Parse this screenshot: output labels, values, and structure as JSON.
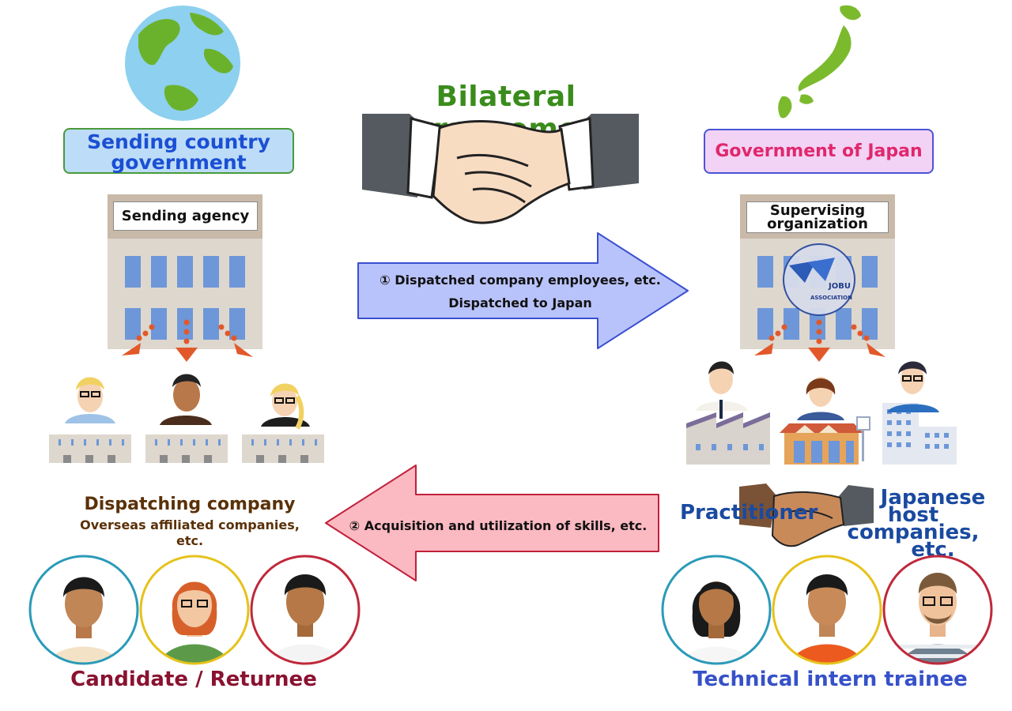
{
  "title": "Bilateral arrangement",
  "sending_country": {
    "line1": "Sending country",
    "line2": "government"
  },
  "government_japan": "Government of Japan",
  "sending_agency": "Sending agency",
  "supervising_org": {
    "line1": "Supervising",
    "line2": "organization"
  },
  "logo": {
    "name": "JOBU",
    "sub": "ASSOCIATION"
  },
  "arrow_right": {
    "line1": "① Dispatched company employees, etc.",
    "line2": "Dispatched to Japan"
  },
  "arrow_left": {
    "text": "② Acquisition and utilization of skills, etc."
  },
  "dispatching_company": {
    "title": "Dispatching company",
    "sub1": "Overseas affiliated companies,",
    "sub2": "etc."
  },
  "practitioner": "Practitioner",
  "japanese_host": {
    "line1": "Japanese",
    "line2": "host companies,",
    "line3": "etc."
  },
  "candidate_label": "Candidate / Returnee",
  "trainee_label": "Technical intern trainee",
  "colors": {
    "green_title": "#3a8c1c",
    "blue_text": "#1b4fd4",
    "pink_text": "#e0286c",
    "brown_text": "#5a3108",
    "maroon_text": "#8a1230",
    "indigo_text": "#3651c9",
    "arrow_blue": "#b9c3fb",
    "arrow_pink": "#fbb9c2"
  }
}
